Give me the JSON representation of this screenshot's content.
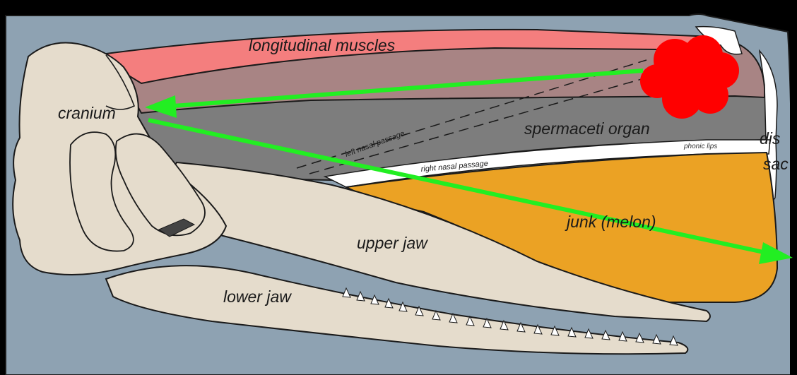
{
  "diagram": {
    "labels": {
      "longitudinal_muscles": "longitudinal muscles",
      "cranium": "cranium",
      "spermaceti_organ": "spermaceti organ",
      "left_nasal_passage": "left nasal passage",
      "right_nasal_passage": "right nasal passage",
      "phonic_lips": "phonic lips",
      "distal_sac_line1": "dis",
      "distal_sac_line2": "sac",
      "junk": "junk (melon)",
      "upper_jaw": "upper jaw",
      "lower_jaw": "lower jaw"
    },
    "colors": {
      "background": "#000000",
      "body": "#8ea2b2",
      "muscle_pink": "#f47e7e",
      "muscle_mauve": "#a88484",
      "spermaceti": "#7d7d7d",
      "junk": "#eba224",
      "bone": "#e5dccc",
      "outline": "#1a1a1a",
      "arrow_green": "#22ee22",
      "sound_source_red": "#ff0000"
    }
  }
}
